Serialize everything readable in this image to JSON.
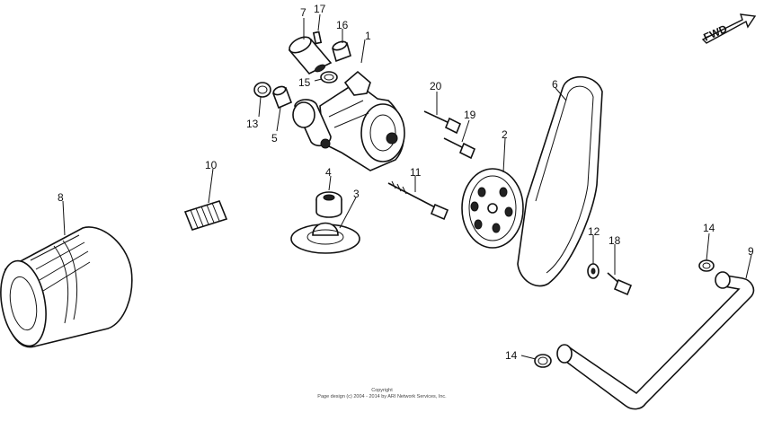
{
  "direction_label": "FWD",
  "callouts": [
    "1",
    "2",
    "3",
    "4",
    "5",
    "6",
    "7",
    "8",
    "9",
    "10",
    "11",
    "12",
    "13",
    "14",
    "14",
    "15",
    "16",
    "17",
    "18",
    "19",
    "20"
  ],
  "footer": {
    "line1": "Copyright",
    "line2": "Page design (c) 2004 - 2014 by ARI Network Services, Inc."
  }
}
